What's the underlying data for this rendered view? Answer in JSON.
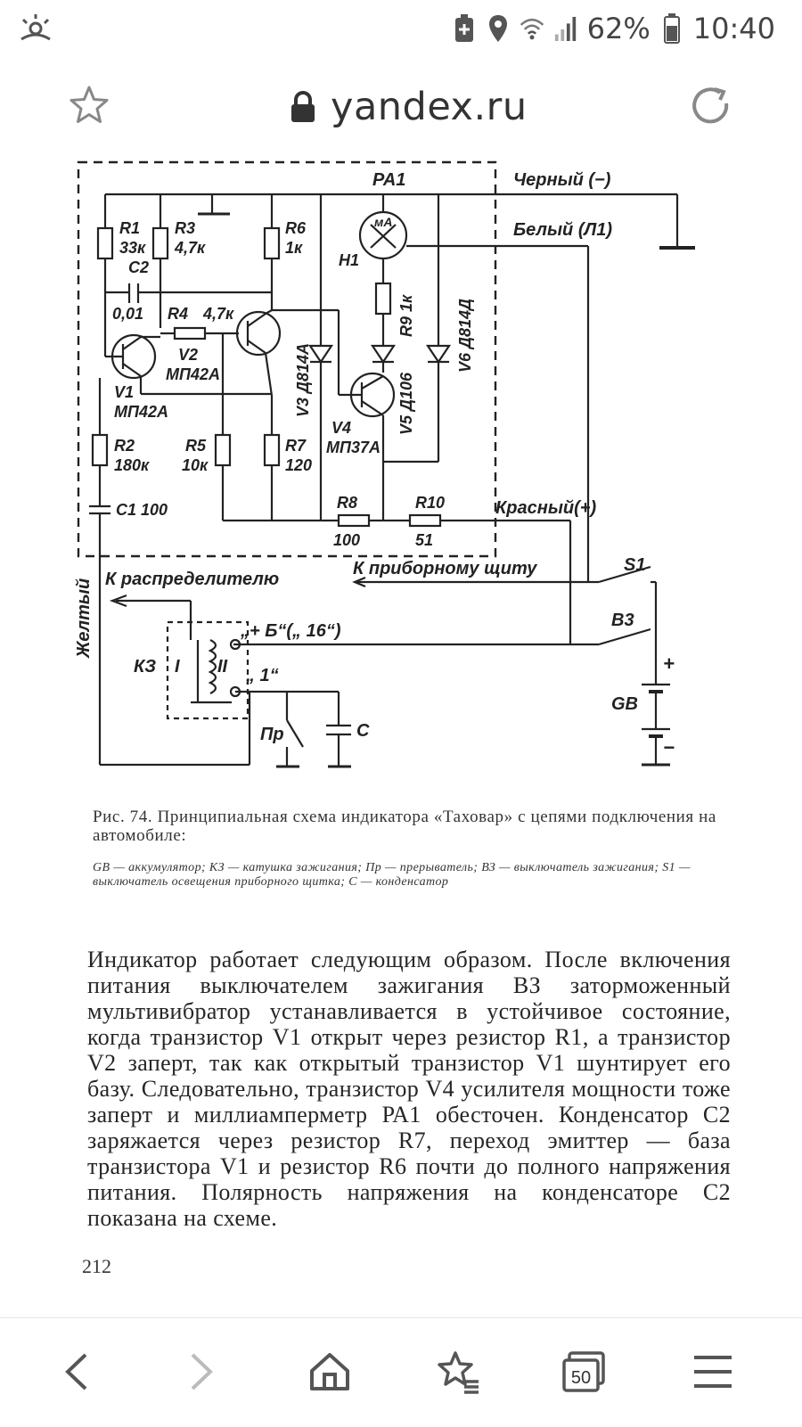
{
  "status_bar": {
    "battery_percent": "62%",
    "time": "10:40"
  },
  "address_bar": {
    "url": "yandex.ru"
  },
  "schematic": {
    "labels": {
      "pa1": "PA1",
      "black": "Черный (−)",
      "white": "Белый (Л1)",
      "r1": "R1",
      "r1_val": "33к",
      "r3": "R3",
      "r3_val": "4,7к",
      "r6": "R6",
      "r6_val": "1к",
      "ma": "мА",
      "h1": "H1",
      "c2": "C2",
      "c2_val": "0,01",
      "r4": "R4",
      "r4_val": "4,7к",
      "v2": "V2",
      "v2_type": "МП42А",
      "v1": "V1",
      "v1_type": "МП42А",
      "r9": "R9 1к",
      "v3": "V3 Д814А",
      "v5": "V5 Д106",
      "v6": "V6 Д814Д",
      "v4": "V4",
      "v4_type": "МП37А",
      "r2": "R2",
      "r2_val": "180к",
      "r5": "R5",
      "r5_val": "10к",
      "r7": "R7",
      "r7_val": "120",
      "c1": "C1 100",
      "r8": "R8",
      "r8_val": "100",
      "r10": "R10",
      "r10_val": "51",
      "red": "Красный(+)",
      "to_panel": "К приборному щиту",
      "to_distributor": "К распределителю",
      "yellow": "Желтый",
      "s1": "S1",
      "b3": "B3",
      "plus_b": "„+ Б“(„ 16“)",
      "k3": "КЗ",
      "coil1": "I",
      "coil2": "II",
      "term1": "„ 1“",
      "pr": "Пр",
      "c": "C",
      "gb": "GB",
      "plus": "+",
      "minus": "−"
    }
  },
  "caption": {
    "title": "Рис. 74. Принципиальная схема индикатора «Таховар» с цепями подключения на автомобиле:",
    "legend": "GB — аккумулятор; КЗ — катушка зажигания; Пр — прерыватель; ВЗ — выключатель зажигания; S1 — выключатель освещения приборного щитка; С — конденсатор"
  },
  "body_text": "Индикатор работает следующим образом. После включения питания выключателем зажигания ВЗ заторможенный мультивибратор устанавливается в устойчивое состояние, когда транзистор V1 открыт через резистор R1, а транзистор V2 заперт, так как открытый транзистор V1 шунтирует его базу. Следовательно, транзистор V4 усилителя мощности тоже заперт и миллиамперметр РА1 обесточен. Конденсатор С2 заряжается через резистор R7, переход эмиттер — база транзистора V1 и резистор R6 почти до полного напряжения питания. Полярность напряжения на конденсаторе С2 показана на схеме.",
  "page_number": "212",
  "bottom_nav": {
    "tabs_count": "50"
  },
  "icons": [
    "hotspot-icon",
    "battery-saver-icon",
    "location-icon",
    "wifi-icon",
    "signal-icon",
    "battery-icon",
    "star-icon",
    "lock-icon",
    "reload-icon",
    "back-icon",
    "forward-icon",
    "home-icon",
    "favorites-icon",
    "tabs-icon",
    "menu-icon"
  ]
}
